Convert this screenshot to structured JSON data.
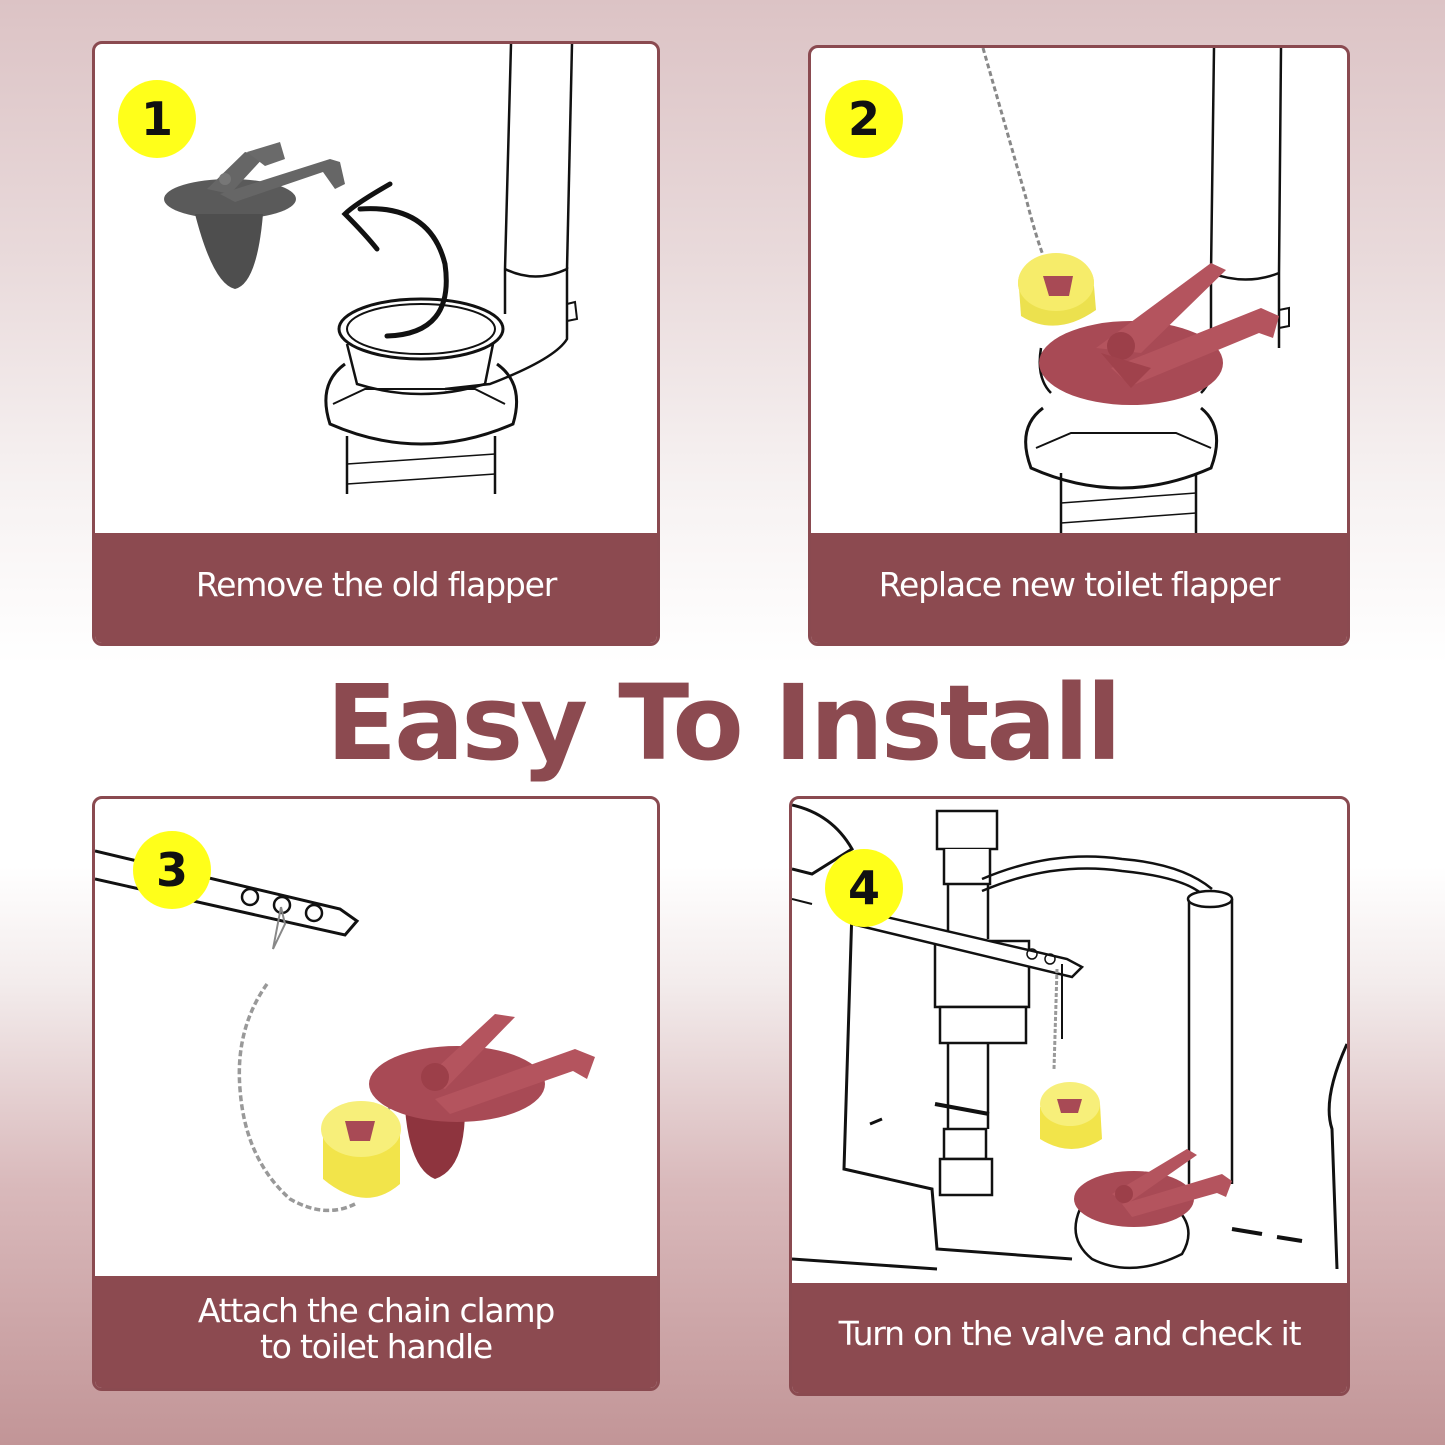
{
  "headline": "Easy To Install",
  "colors": {
    "accent": "#8c4a50",
    "badge": "#ffff1a",
    "flapper_red": "#a84a55",
    "float_yellow": "#f6ec6a",
    "old_flapper_gray": "#5a5a5a"
  },
  "steps": [
    {
      "number": "1",
      "caption": "Remove the old flapper",
      "illustration": "old-flapper-removed-arrow"
    },
    {
      "number": "2",
      "caption": "Replace new toilet flapper",
      "illustration": "new-flapper-on-valve-seat"
    },
    {
      "number": "3",
      "caption_line1": "Attach the chain clamp",
      "caption_line2": "to toilet handle",
      "illustration": "chain-clamp-on-handle-arm"
    },
    {
      "number": "4",
      "caption": "Turn on the valve and check it",
      "illustration": "toilet-tank-assembly"
    }
  ]
}
